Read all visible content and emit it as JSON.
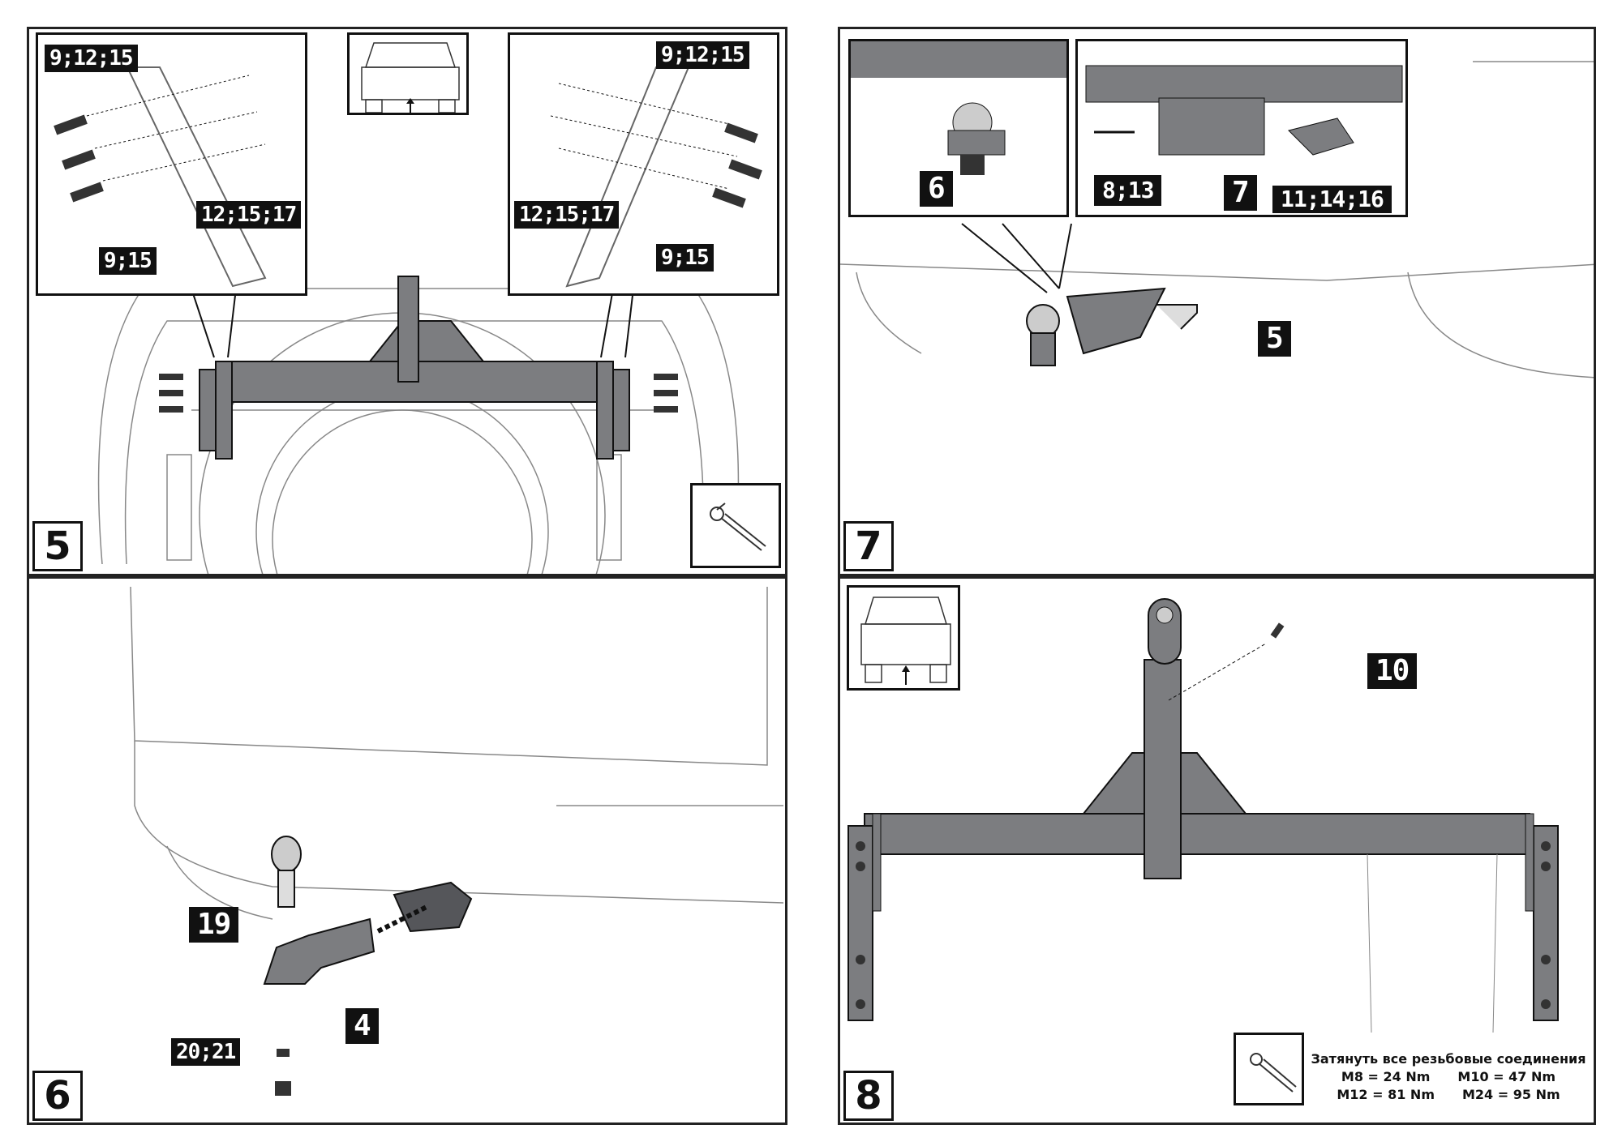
{
  "panels": [
    {
      "step": "5",
      "callouts": {
        "left_top": "9;12;15",
        "left_mid": "12;15;17",
        "left_bottom": "9;15",
        "right_top": "9;12;15",
        "right_mid": "12;15;17",
        "right_bottom": "9;15"
      },
      "icons": [
        "truck-rear-view-icon",
        "torque-wrench-icon"
      ]
    },
    {
      "step": "7",
      "callouts": {
        "pin_clip": "6",
        "bolt": "8;13",
        "socket": "7",
        "nut_washer": "11;14;16",
        "pin": "5"
      }
    },
    {
      "step": "6",
      "callouts": {
        "ball": "19",
        "ball_mount": "4",
        "washer_nut": "20;21"
      }
    },
    {
      "step": "8",
      "callouts": {
        "bolt": "10"
      },
      "icons": [
        "truck-rear-view-icon",
        "torque-wrench-icon"
      ],
      "torque_note": {
        "title": "Затянуть все резьбовые соединения",
        "values": [
          [
            "M8 = 24 Nm",
            "M10 = 47 Nm"
          ],
          [
            "M12 = 81 Nm",
            "M24 = 95 Nm"
          ]
        ]
      }
    }
  ],
  "colors": {
    "steel": "#7c7d80",
    "steel_dark": "#55565a",
    "outline": "#111111",
    "line_art": "#6a6a6a"
  }
}
